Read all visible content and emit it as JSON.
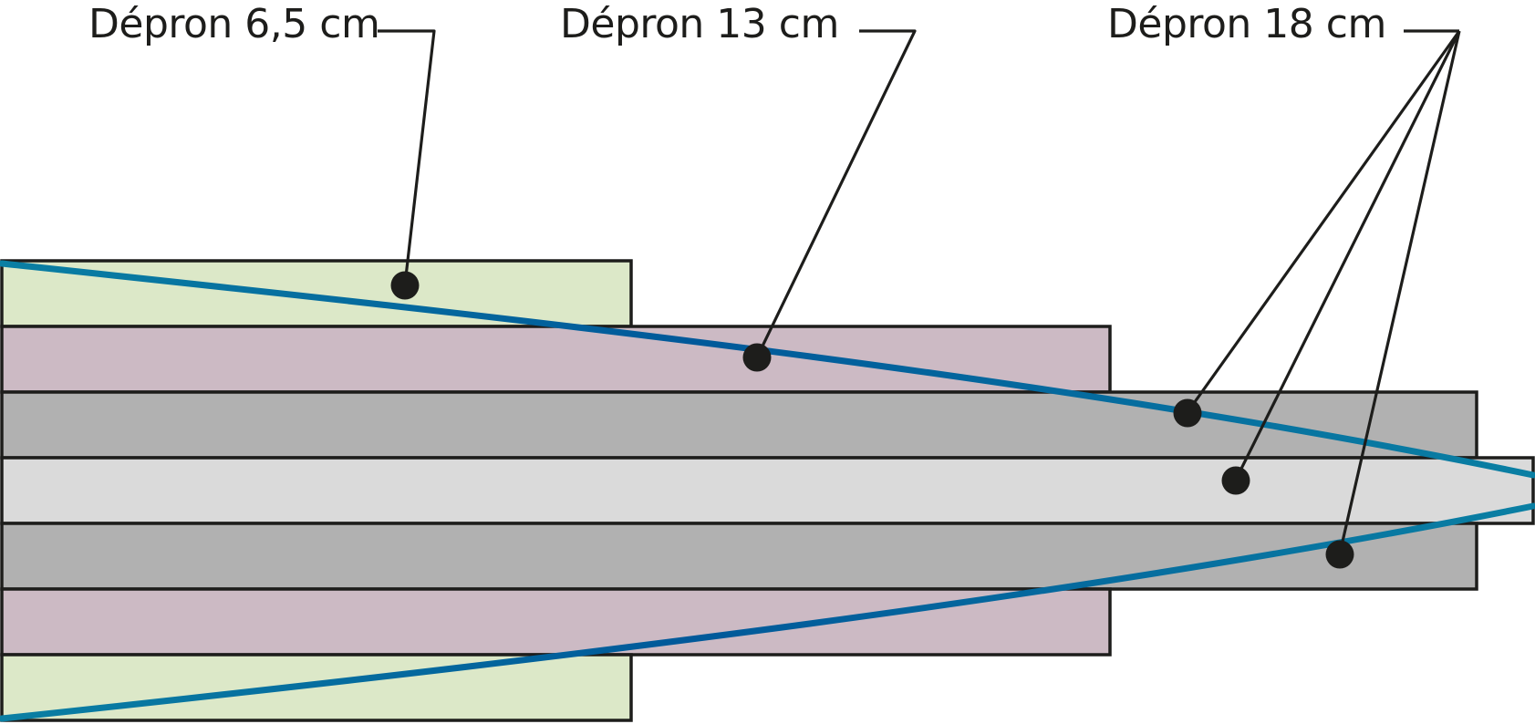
{
  "labels": {
    "depron_6_5": "Dépron 6,5 cm",
    "depron_13": "Dépron 13 cm",
    "depron_18": "Dépron 18 cm"
  },
  "colors": {
    "layer_6_5": "#dce8c8",
    "layer_13": "#ccbac4",
    "layer_18_outer": "#b1b1b1",
    "layer_18_center": "#dadada",
    "outline": "#1d1d1b",
    "curve_light": "#0a7fa3",
    "curve_dark": "#004f92"
  }
}
